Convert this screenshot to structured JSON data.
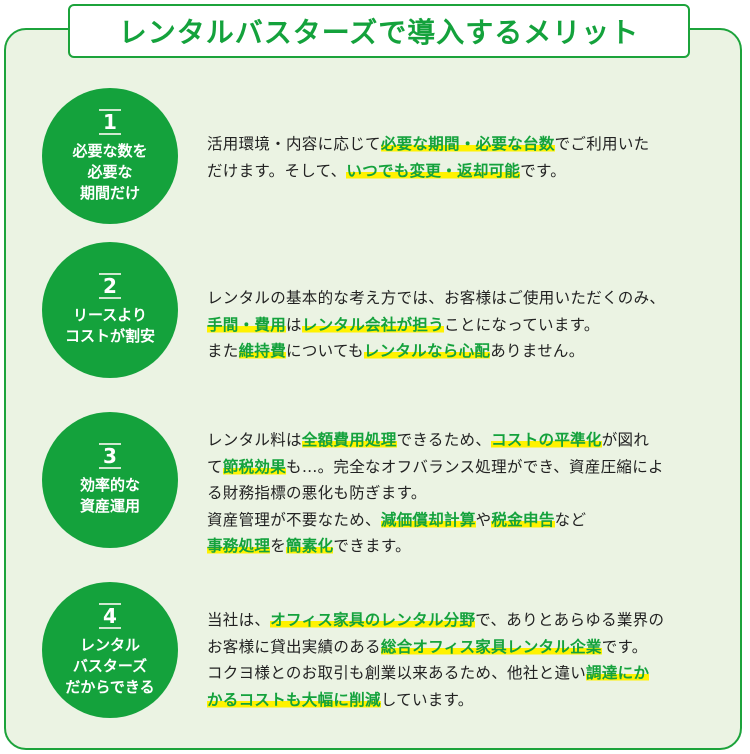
{
  "title": "レンタルバスターズで導入するメリット",
  "colors": {
    "green": "#14a23c",
    "highlight": "#fff200",
    "panel": "#ebf3e3"
  },
  "items": [
    {
      "number": "1",
      "label_lines": [
        "必要な数を",
        "必要な",
        "期間だけ"
      ],
      "lines": [
        [
          {
            "t": "活用環境・内容に応じて"
          },
          {
            "t": "必要な期間・必要な台数",
            "h": true
          },
          {
            "t": "でご利用いた"
          }
        ],
        [
          {
            "t": "だけます。そして、"
          },
          {
            "t": "いつでも変更・返却可能",
            "h": true
          },
          {
            "t": "です。"
          }
        ]
      ]
    },
    {
      "number": "2",
      "label_lines": [
        "リースより",
        "コストが割安"
      ],
      "lines": [
        [
          {
            "t": "レンタルの基本的な考え方では、お客様はご使用いただくのみ、"
          }
        ],
        [
          {
            "t": "手間・費用",
            "h": true
          },
          {
            "t": "は"
          },
          {
            "t": "レンタル会社が担う",
            "h": true
          },
          {
            "t": "ことになっています。"
          }
        ],
        [
          {
            "t": "また"
          },
          {
            "t": "維持費",
            "h": true
          },
          {
            "t": "についても"
          },
          {
            "t": "レンタルなら心配",
            "h": true
          },
          {
            "t": "ありません。"
          }
        ]
      ]
    },
    {
      "number": "3",
      "label_lines": [
        "効率的な",
        "資産運用"
      ],
      "lines": [
        [
          {
            "t": "レンタル料は"
          },
          {
            "t": "全額費用処理",
            "h": true
          },
          {
            "t": "できるため、"
          },
          {
            "t": "コストの平準化",
            "h": true
          },
          {
            "t": "が図れ"
          }
        ],
        [
          {
            "t": "て"
          },
          {
            "t": "節税効果",
            "h": true
          },
          {
            "t": "も…。完全なオフバランス処理ができ、資産圧縮によ"
          }
        ],
        [
          {
            "t": "る財務指標の悪化も防ぎます。"
          }
        ],
        [
          {
            "t": "資産管理が不要なため、"
          },
          {
            "t": "減価償却計算",
            "h": true
          },
          {
            "t": "や"
          },
          {
            "t": "税金申告",
            "h": true
          },
          {
            "t": "など"
          }
        ],
        [
          {
            "t": "事務処理",
            "h": true
          },
          {
            "t": "を"
          },
          {
            "t": "簡素化",
            "h": true
          },
          {
            "t": "できます。"
          }
        ]
      ]
    },
    {
      "number": "4",
      "label_lines": [
        "レンタル",
        "バスターズ",
        "だからできる"
      ],
      "lines": [
        [
          {
            "t": "当社は、"
          },
          {
            "t": "オフィス家具のレンタル分野",
            "h": true
          },
          {
            "t": "で、ありとあらゆる業界の"
          }
        ],
        [
          {
            "t": "お客様に貸出実績のある"
          },
          {
            "t": "総合オフィス家具レンタル企業",
            "h": true
          },
          {
            "t": "です。"
          }
        ],
        [
          {
            "t": "コクヨ様とのお取引も創業以来あるため、他社と違い"
          },
          {
            "t": "調達にか",
            "h": true
          }
        ],
        [
          {
            "t": "かるコストも大幅に削減",
            "h": true
          },
          {
            "t": "しています。"
          }
        ]
      ]
    }
  ]
}
